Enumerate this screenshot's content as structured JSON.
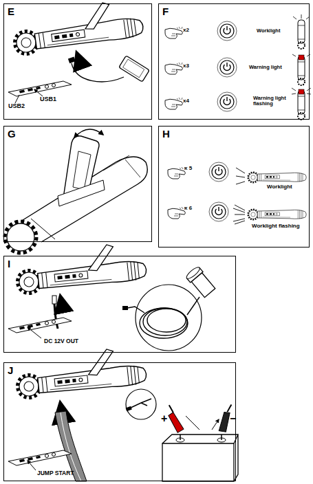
{
  "diagram": {
    "nodes": [
      {
        "text": [
          "E"
        ]
      },
      {
        "text": [
          "F"
        ]
      },
      {
        "text": [
          "G"
        ]
      },
      {
        "text": [
          "H"
        ]
      },
      {
        "text": [
          "I"
        ]
      },
      {
        "text": [
          "J"
        ]
      }
    ],
    "labels": [
      "USB2",
      "USB1",
      "x2",
      "Worklight",
      "x3",
      "Warning light",
      "x4",
      "Warning light flashing",
      "x 5",
      "Worklight",
      "x 6",
      "Worklight flashing",
      "DC 12V OUT",
      "JUMP START",
      "+",
      "−"
    ]
  }
}
